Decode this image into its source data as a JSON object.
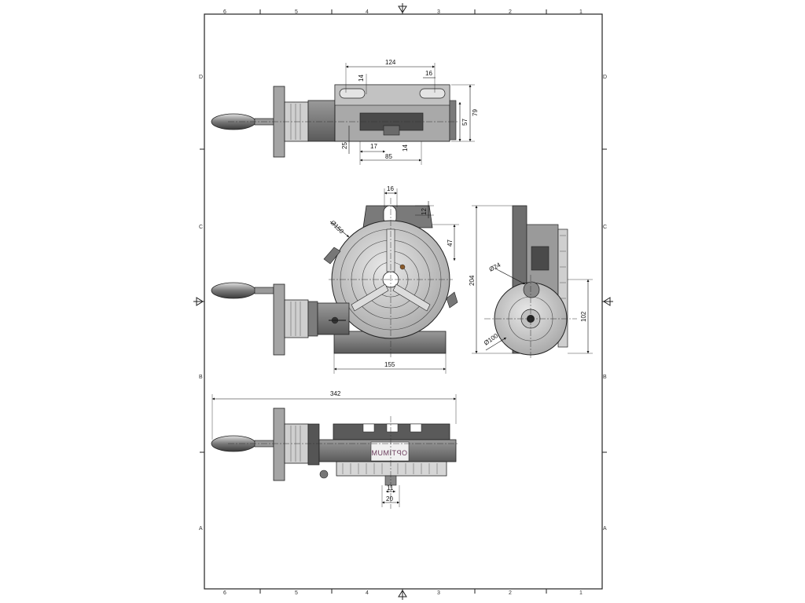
{
  "sheet": {
    "zones_columns": [
      "6",
      "5",
      "4",
      "3",
      "2",
      "1"
    ],
    "zones_rows": [
      "D",
      "C",
      "B",
      "A"
    ]
  },
  "views": {
    "top": {
      "dims": {
        "d124": "124",
        "d16": "16",
        "d14a": "14",
        "d57": "57",
        "d79": "79",
        "d25": "25",
        "d17": "17",
        "d14b": "14",
        "d85": "85"
      }
    },
    "front": {
      "dims": {
        "d16": "16",
        "d12": "12",
        "d47": "47",
        "dia150": "Ø150",
        "d155": "155",
        "d204": "204"
      }
    },
    "side": {
      "dims": {
        "dia24": "Ø24",
        "dia100": "Ø100",
        "d102": "102"
      }
    },
    "bottom": {
      "dims": {
        "d342": "342",
        "d11": "11",
        "d20": "20"
      },
      "brand": "OPTIMUM"
    }
  },
  "colors": {
    "line": "#222222",
    "dark": "#4a4a4a",
    "mid": "#8a8a8a",
    "light": "#c8c8c8",
    "face": "#b5b5b5"
  }
}
